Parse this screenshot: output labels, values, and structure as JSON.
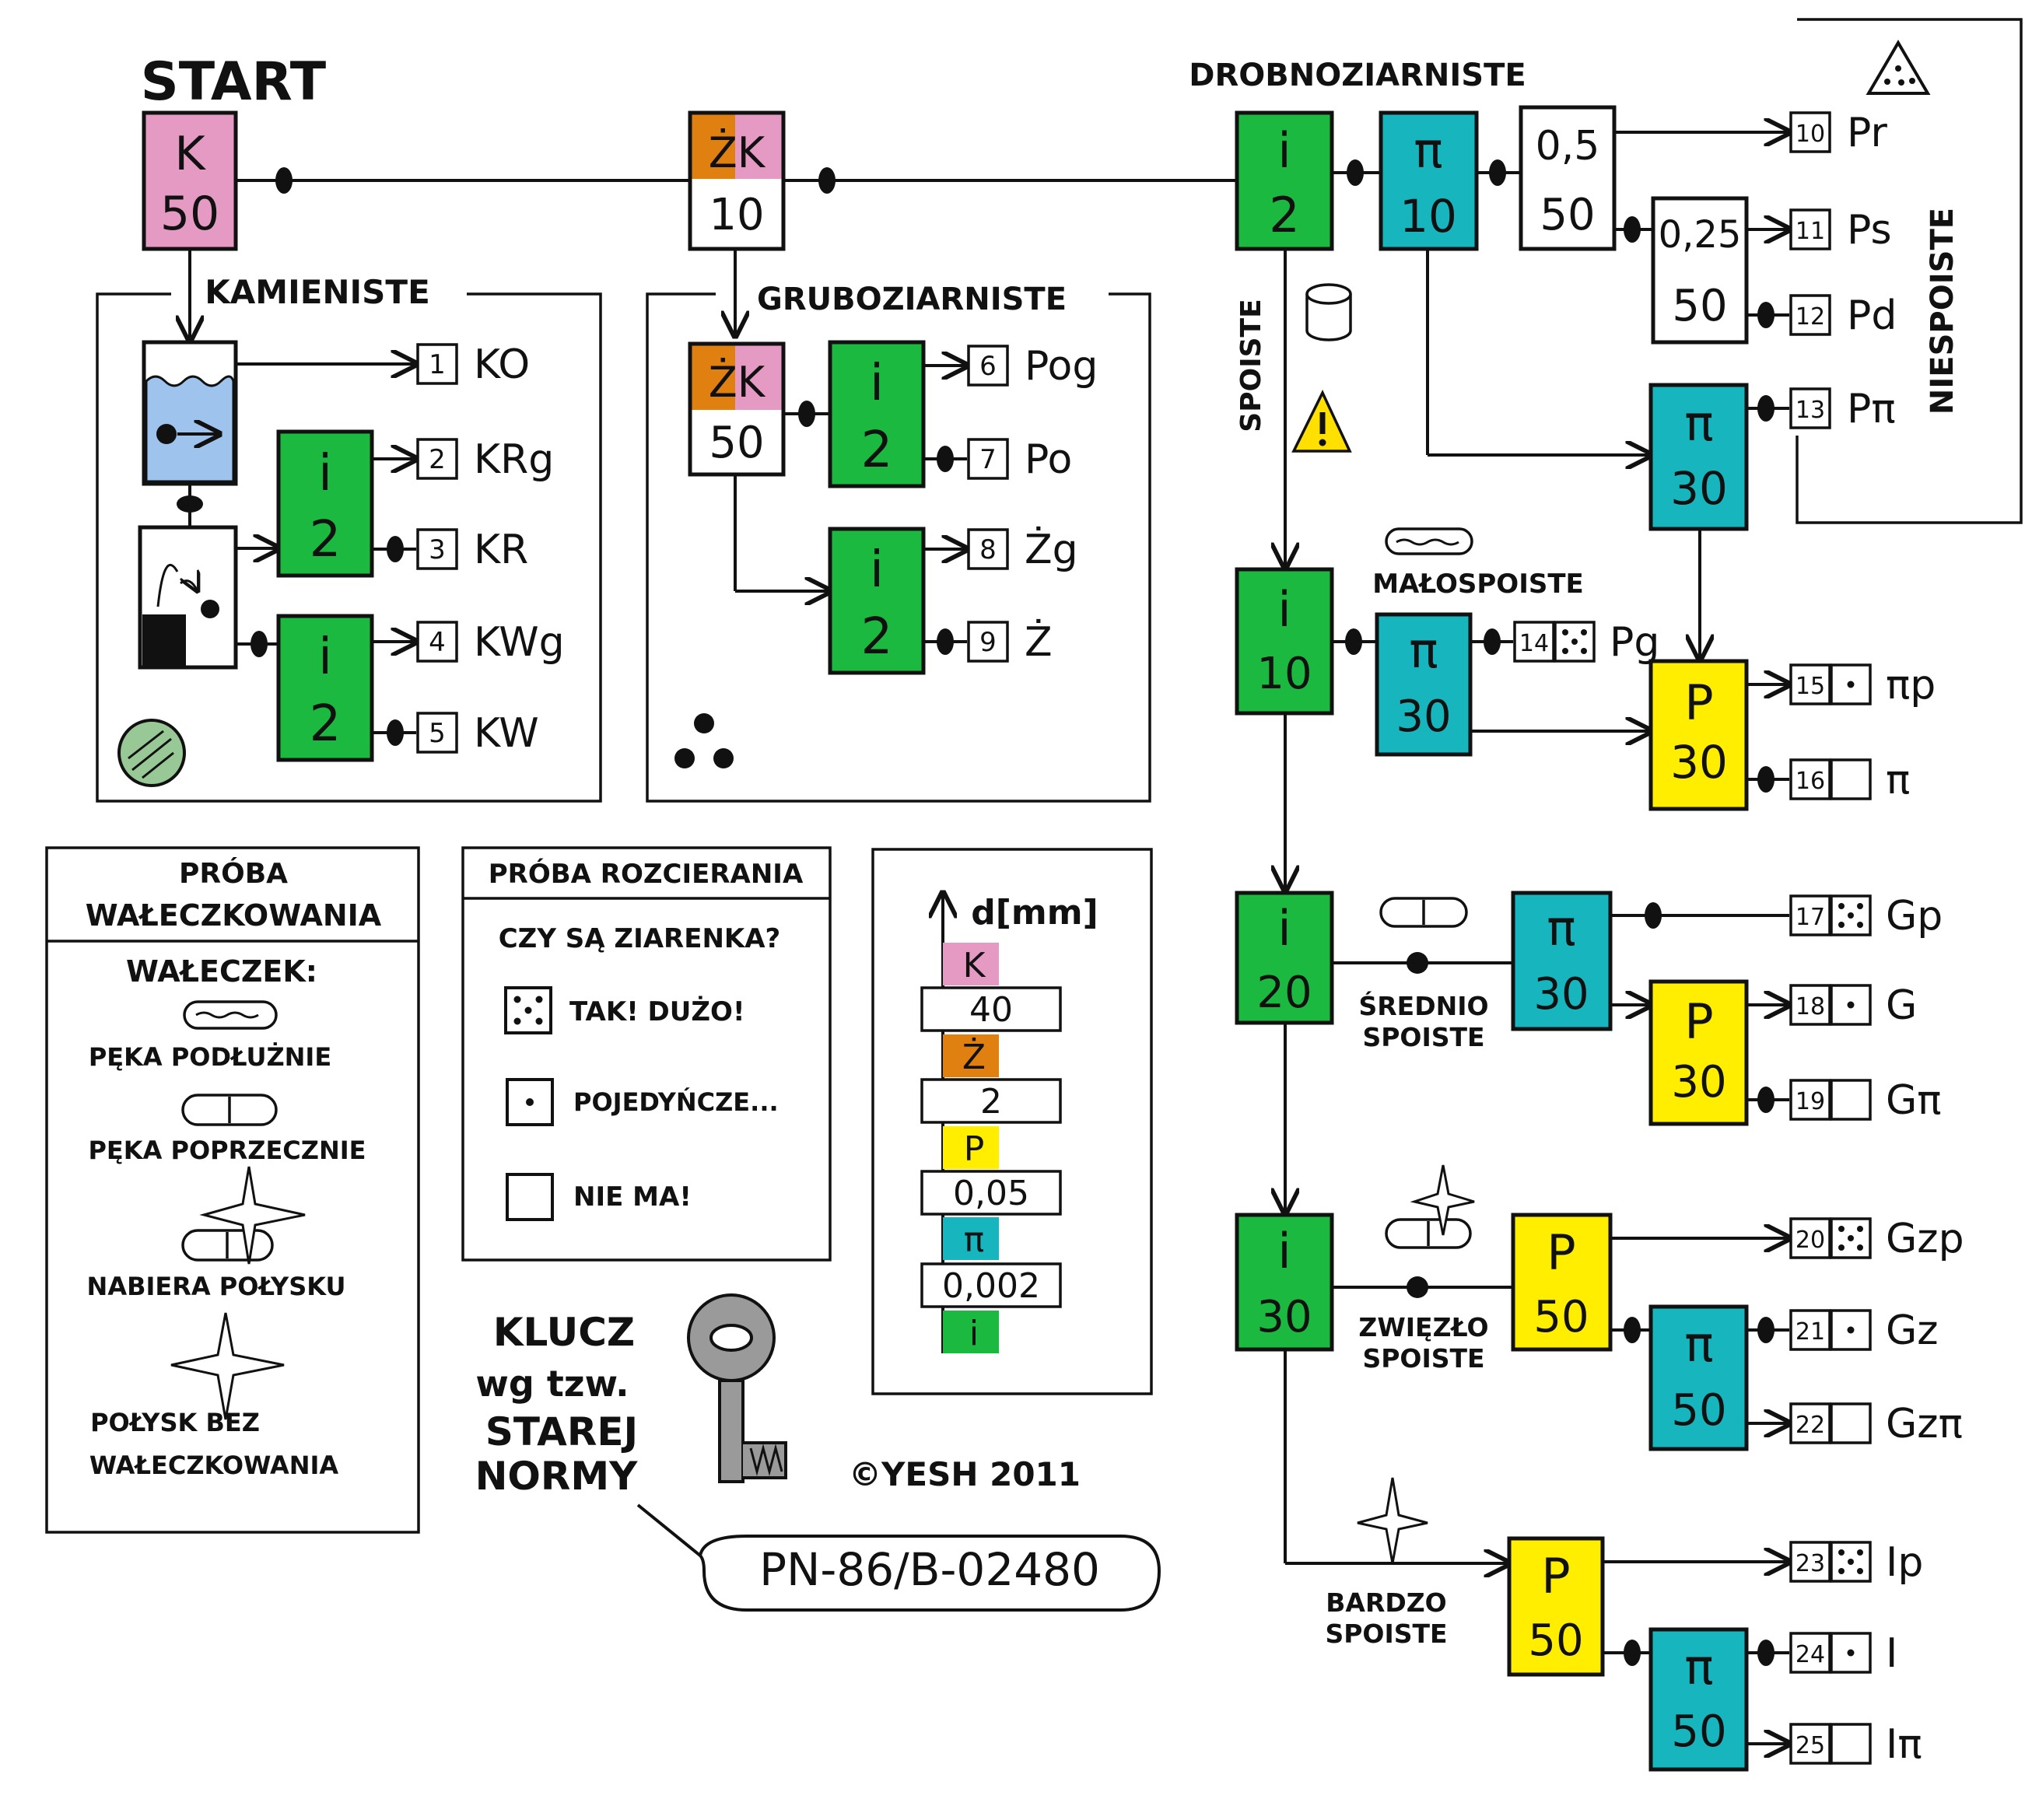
{
  "colors": {
    "K": "#e49ac2",
    "Zk": "#e08010",
    "I": "#1cb941",
    "Pi": "#17b5be",
    "P": "#ffee00",
    "water": "#9ec4ee",
    "ink": "#111111",
    "paper": "#ffffff",
    "pebble": "#98c896",
    "warn": "#ffe000"
  },
  "start": {
    "title": "START",
    "letter": "K",
    "number": "50"
  },
  "boxes": {
    "zk10": {
      "letter": "ŻK",
      "number": "10"
    },
    "zk50": {
      "letter": "ŻK",
      "number": "50"
    },
    "i2a": {
      "letter": "i",
      "number": "2"
    },
    "i2b": {
      "letter": "i",
      "number": "2"
    },
    "i2c": {
      "letter": "i",
      "number": "2"
    },
    "i2d": {
      "letter": "i",
      "number": "2"
    },
    "i2e": {
      "letter": "i",
      "number": "2"
    },
    "pi10": {
      "letter": "π",
      "number": "10"
    },
    "n05": {
      "top": "0,5",
      "bottom": "50"
    },
    "n025": {
      "top": "0,25",
      "bottom": "50"
    },
    "pi30a": {
      "letter": "π",
      "number": "30"
    },
    "i10": {
      "letter": "i",
      "number": "10"
    },
    "pi30b": {
      "letter": "π",
      "number": "30"
    },
    "p30a": {
      "letter": "P",
      "number": "30"
    },
    "i20": {
      "letter": "i",
      "number": "20"
    },
    "pi30c": {
      "letter": "π",
      "number": "30"
    },
    "p30b": {
      "letter": "P",
      "number": "30"
    },
    "i30": {
      "letter": "i",
      "number": "30"
    },
    "p50a": {
      "letter": "P",
      "number": "50"
    },
    "pi50a": {
      "letter": "π",
      "number": "50"
    },
    "p50b": {
      "letter": "P",
      "number": "50"
    },
    "pi50b": {
      "letter": "π",
      "number": "50"
    }
  },
  "sections": {
    "kamieniste": "KAMIENISTE",
    "gruboziarniste": "GRUBOZIARNISTE",
    "drobnoziarniste": "DROBNOZIARNISTE",
    "niespoiste": "NIESPOISTE",
    "spoiste": "SPOISTE",
    "malospoiste": "MAŁOSPOISTE",
    "srednio": [
      "ŚREDNIO",
      "SPOISTE"
    ],
    "zwiezlo": [
      "ZWIĘZŁO",
      "SPOISTE"
    ],
    "bardzo": [
      "BARDZO",
      "SPOISTE"
    ]
  },
  "outputs": [
    {
      "num": "1",
      "label": "KO",
      "rub": ""
    },
    {
      "num": "2",
      "label": "KRg",
      "rub": ""
    },
    {
      "num": "3",
      "label": "KR",
      "rub": ""
    },
    {
      "num": "4",
      "label": "KWg",
      "rub": ""
    },
    {
      "num": "5",
      "label": "KW",
      "rub": ""
    },
    {
      "num": "6",
      "label": "Pog",
      "rub": ""
    },
    {
      "num": "7",
      "label": "Po",
      "rub": ""
    },
    {
      "num": "8",
      "label": "Żg",
      "rub": ""
    },
    {
      "num": "9",
      "label": "Ż",
      "rub": ""
    },
    {
      "num": "10",
      "label": "Pr",
      "rub": ""
    },
    {
      "num": "11",
      "label": "Ps",
      "rub": ""
    },
    {
      "num": "12",
      "label": "Pd",
      "rub": ""
    },
    {
      "num": "13",
      "label": "Pπ",
      "rub": ""
    },
    {
      "num": "14",
      "label": "Pg",
      "rub": "many"
    },
    {
      "num": "15",
      "label": "πp",
      "rub": "single"
    },
    {
      "num": "16",
      "label": "π",
      "rub": "none"
    },
    {
      "num": "17",
      "label": "Gp",
      "rub": "many"
    },
    {
      "num": "18",
      "label": "G",
      "rub": "single"
    },
    {
      "num": "19",
      "label": "Gπ",
      "rub": "none"
    },
    {
      "num": "20",
      "label": "Gzp",
      "rub": "many"
    },
    {
      "num": "21",
      "label": "Gz",
      "rub": "single"
    },
    {
      "num": "22",
      "label": "Gzπ",
      "rub": "none"
    },
    {
      "num": "23",
      "label": "Ip",
      "rub": "many"
    },
    {
      "num": "24",
      "label": "I",
      "rub": "single"
    },
    {
      "num": "25",
      "label": "Iπ",
      "rub": "none"
    }
  ],
  "rolling": {
    "title": [
      "PRÓBA",
      "WAŁECZKOWANIA"
    ],
    "subtitle": "WAŁECZEK:",
    "items": [
      "PĘKA PODŁUŻNIE",
      "PĘKA POPRZECZNIE",
      "NABIERA POŁYSKU",
      "POŁYSK BEZ",
      "WAŁECZKOWANIA"
    ]
  },
  "rubbing": {
    "title": "PRÓBA ROZCIERANIA",
    "question": "CZY SĄ ZIARENKA?",
    "items": [
      "TAK! DUŻO!",
      "POJEDYŃCZE...",
      "NIE MA!"
    ]
  },
  "scale": {
    "axis": "d[mm]",
    "bands": [
      {
        "letter": "K",
        "color": "#e49ac2"
      },
      {
        "letter": "Ż",
        "color": "#e08010"
      },
      {
        "letter": "P",
        "color": "#ffee00"
      },
      {
        "letter": "π",
        "color": "#17b5be"
      },
      {
        "letter": "i",
        "color": "#1cb941"
      }
    ],
    "thresholds": [
      "40",
      "2",
      "0,05",
      "0,002"
    ]
  },
  "key": {
    "lines": [
      "KLUCZ",
      "wg tzw.",
      "STAREJ",
      "NORMY"
    ],
    "norm": "PN-86/B-02480",
    "copyright": "©YESH 2011"
  }
}
